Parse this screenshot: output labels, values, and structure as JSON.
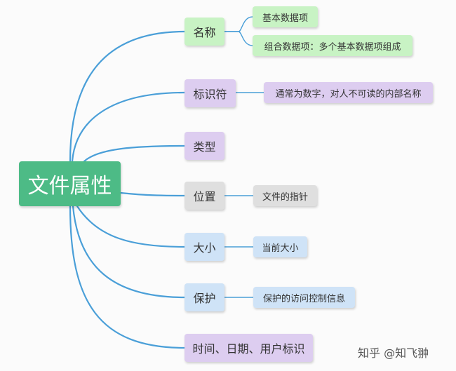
{
  "root": {
    "label": "文件属性"
  },
  "branches": {
    "name": {
      "label": "名称",
      "children": [
        "基本数据项",
        "组合数据项：多个基本数据项组成"
      ]
    },
    "identifier": {
      "label": "标识符",
      "children": [
        "通常为数字，对人不可读的内部名称"
      ]
    },
    "type": {
      "label": "类型"
    },
    "location": {
      "label": "位置",
      "children": [
        "文件的指针"
      ]
    },
    "size": {
      "label": "大小",
      "children": [
        "当前大小"
      ]
    },
    "protection": {
      "label": "保护",
      "children": [
        "保护的访问控制信息"
      ]
    },
    "time": {
      "label": "时间、日期、用户标识"
    }
  },
  "watermark": "知乎 @知飞翀",
  "colors": {
    "root": "#4dbb86",
    "green": "#c8f3c4",
    "purple": "#ddcdf0",
    "grey": "#dfdfdf",
    "blue": "#cfe3f7",
    "line": "#4a9fd8",
    "line_light": "#9acbe9"
  }
}
